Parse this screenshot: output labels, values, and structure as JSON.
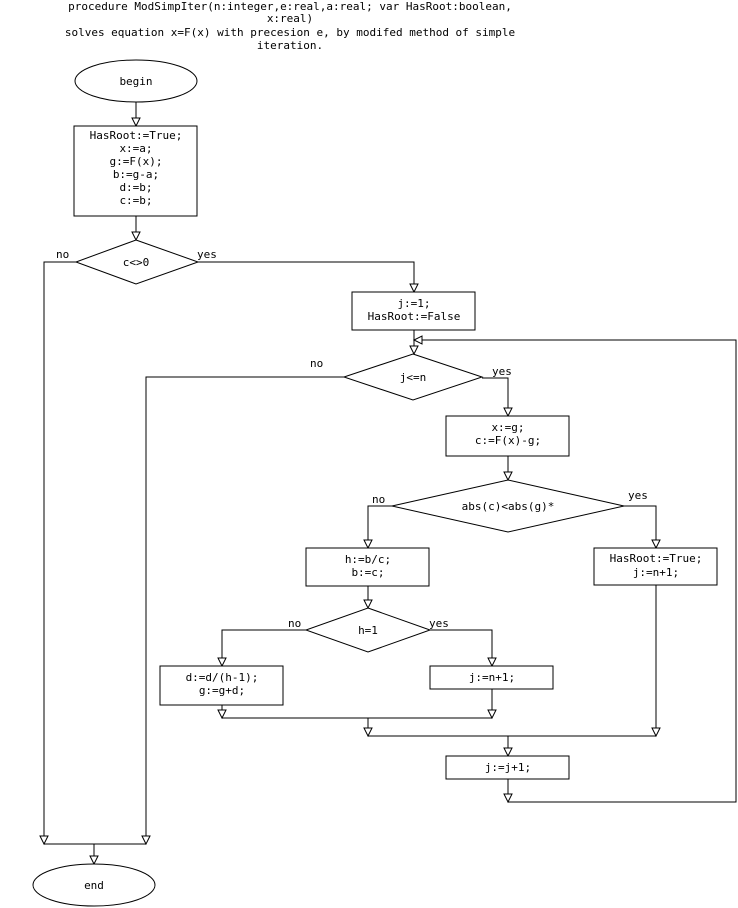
{
  "header": {
    "lines": [
      "procedure ModSimpIter(n:integer,e:real,a:real; var HasRoot:boolean,",
      "x:real)",
      "solves equation x=F(x) with precesion e, by modifed method of simple",
      "iteration."
    ]
  },
  "nodes": {
    "begin": "begin",
    "init": [
      "HasRoot:=True;",
      "x:=a;",
      "g:=F(x);",
      "b:=g-a;",
      "d:=b;",
      "c:=b;"
    ],
    "cond_c": "c<>0",
    "set_j": [
      "j:=1;",
      "HasRoot:=False"
    ],
    "cond_j": "j<=n",
    "compute": [
      "x:=g;",
      "c:=F(x)-g;"
    ],
    "cond_abs": "abs(c)<abs(g)*",
    "set_h": [
      "h:=b/c;",
      "b:=c;"
    ],
    "set_root": [
      "HasRoot:=True;",
      "j:=n+1;"
    ],
    "cond_h": "h=1",
    "update_d": [
      "d:=d/(h-1);",
      "g:=g+d;"
    ],
    "set_j_end": "j:=n+1;",
    "inc_j": "j:=j+1;",
    "end": "end"
  },
  "branch_labels": {
    "c_no": "no",
    "c_yes": "yes",
    "j_no": "no",
    "j_yes": "yes",
    "abs_no": "no",
    "abs_yes": "yes",
    "h_no": "no",
    "h_yes": "yes"
  }
}
